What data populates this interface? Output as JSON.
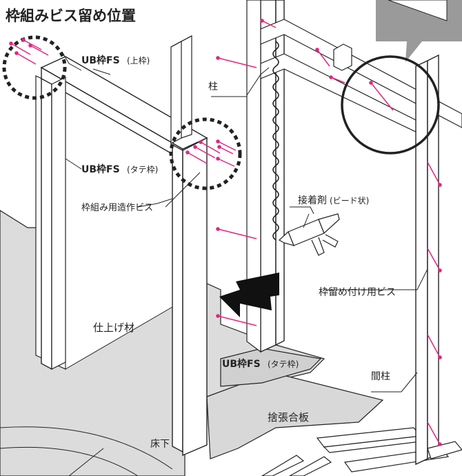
{
  "title": "枠組みビス留め位置",
  "labels": {
    "ub_top": "UB枠FS",
    "ub_top_sub": "(上枠)",
    "ub_left": "UB枠FS",
    "ub_left_sub": "(タテ枠)",
    "ub_right": "UB枠FS",
    "ub_right_sub": "(タテ枠)",
    "screw_assembly": "枠組み用造作ビス",
    "pillar": "柱",
    "adhesive": "接着剤",
    "adhesive_sub": "(ビード状)",
    "frame_screw": "枠留め付け用ビス",
    "stud": "間柱",
    "finish": "仕上げ材",
    "plywood": "捨張合板",
    "subfloor": "床下"
  },
  "colors": {
    "screw": "#e0267d",
    "line": "#222222",
    "floor_fill": "#dcdcdc",
    "board_fill": "#d0d0d0",
    "callout_fill": "#9a9a9a",
    "arrow": "#111111"
  },
  "icons": [
    "screw-icon",
    "caulk-gun-icon",
    "arrow-icon",
    "dashed-circle-icon"
  ]
}
